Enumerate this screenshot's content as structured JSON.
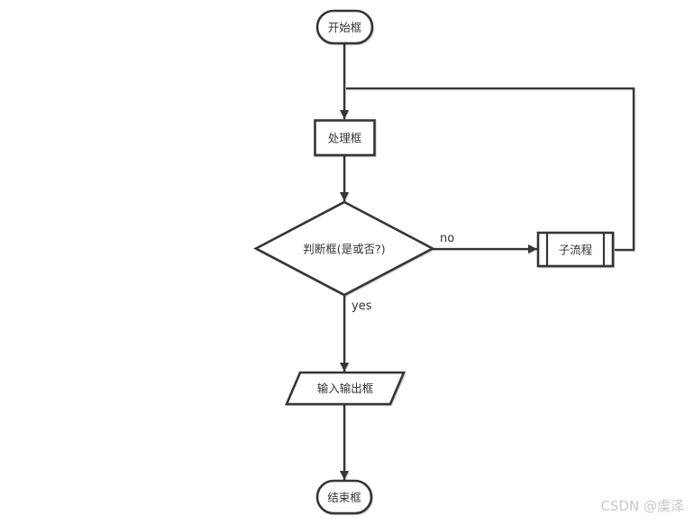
{
  "page": {
    "background": "#ffffff"
  },
  "diagram": {
    "stroke_color": "#353535",
    "text_color": "#333333",
    "nodes": {
      "start": {
        "shape": "terminator",
        "label": "开始框"
      },
      "process": {
        "shape": "process",
        "label": "处理框"
      },
      "decision": {
        "shape": "decision",
        "label": "判断框(是或否?)"
      },
      "subprocess": {
        "shape": "predefined-process",
        "label": "子流程"
      },
      "io": {
        "shape": "input-output",
        "label": "输入输出框"
      },
      "end": {
        "shape": "terminator",
        "label": "结束框"
      }
    },
    "edge_labels": {
      "no": "no",
      "yes": "yes"
    }
  },
  "watermark": {
    "text": "CSDN @虞泽",
    "color": "#c8c8c8"
  }
}
